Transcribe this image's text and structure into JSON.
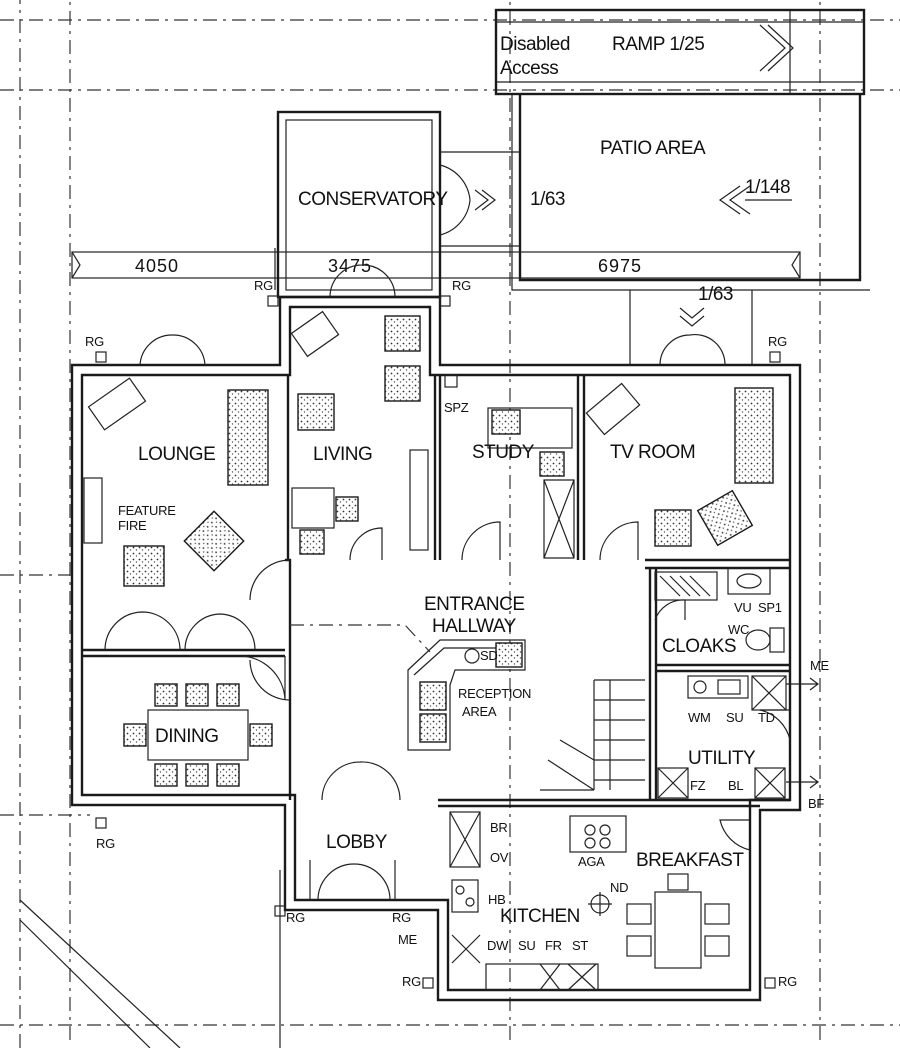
{
  "ramp": {
    "line1": "Disabled",
    "line2": "Access",
    "label": "RAMP 1/25"
  },
  "rooms": {
    "patio": "PATIO AREA",
    "conservatory": "CONSERVATORY",
    "lounge": "LOUNGE",
    "living": "LIVING",
    "study": "STUDY",
    "tv_room": "TV ROOM",
    "feature_fire_1": "FEATURE",
    "feature_fire_2": "FIRE",
    "entrance_1": "ENTRANCE",
    "entrance_2": "HALLWAY",
    "reception_1": "RECEPTION",
    "reception_2": "AREA",
    "cloaks": "CLOAKS",
    "dining": "DINING",
    "utility": "UTILITY",
    "lobby": "LOBBY",
    "breakfast": "BREAKFAST",
    "kitchen": "KITCHEN"
  },
  "dimensions": {
    "left": "4050",
    "middle": "3475",
    "right": "6975"
  },
  "slopes": {
    "patio": "1/148",
    "conservatory_door": "1/63",
    "tv_door": "1/63"
  },
  "codes": {
    "rg": "RG",
    "spz": "SPZ",
    "sd": "SD",
    "vu": "VU",
    "sp1": "SP1",
    "wc": "WC",
    "me": "ME",
    "wm": "WM",
    "su": "SU",
    "td": "TD",
    "fz": "FZ",
    "bl": "BL",
    "bf": "BF",
    "br": "BR",
    "ov": "OV",
    "aga": "AGA",
    "hb": "HB",
    "nd": "ND",
    "dw": "DW",
    "fr": "FR",
    "st": "ST"
  }
}
